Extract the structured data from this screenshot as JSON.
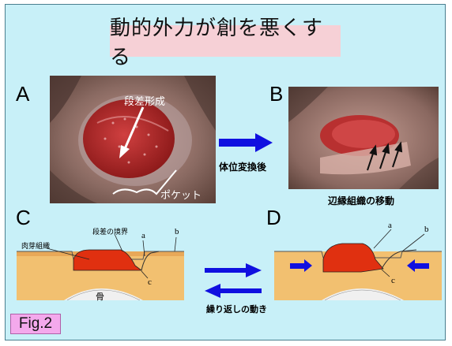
{
  "title": "動的外力が創を悪くする",
  "panels": {
    "a": {
      "letter": "A",
      "label_step": "段差形成",
      "label_pocket": "ポケット"
    },
    "b": {
      "letter": "B",
      "label_edge": "辺縁組織の移動"
    },
    "c": {
      "letter": "C",
      "label_granulation": "肉芽組織",
      "label_step_boundary": "段差の境界",
      "label_a": "a",
      "label_b": "b",
      "label_c": "c",
      "label_bone": "骨"
    },
    "d": {
      "letter": "D",
      "label_a": "a",
      "label_b": "b",
      "label_c": "c"
    }
  },
  "transition_label": "体位変換後",
  "repeat_label": "繰り返しの動き",
  "fig_label": "Fig.2",
  "colors": {
    "background": "#c8f0f8",
    "title_box": "#f6d0d6",
    "arrow": "#1010e0",
    "wound": "#e03010",
    "tissue": "#f2c070",
    "fig_box": "#f4a9ec"
  }
}
